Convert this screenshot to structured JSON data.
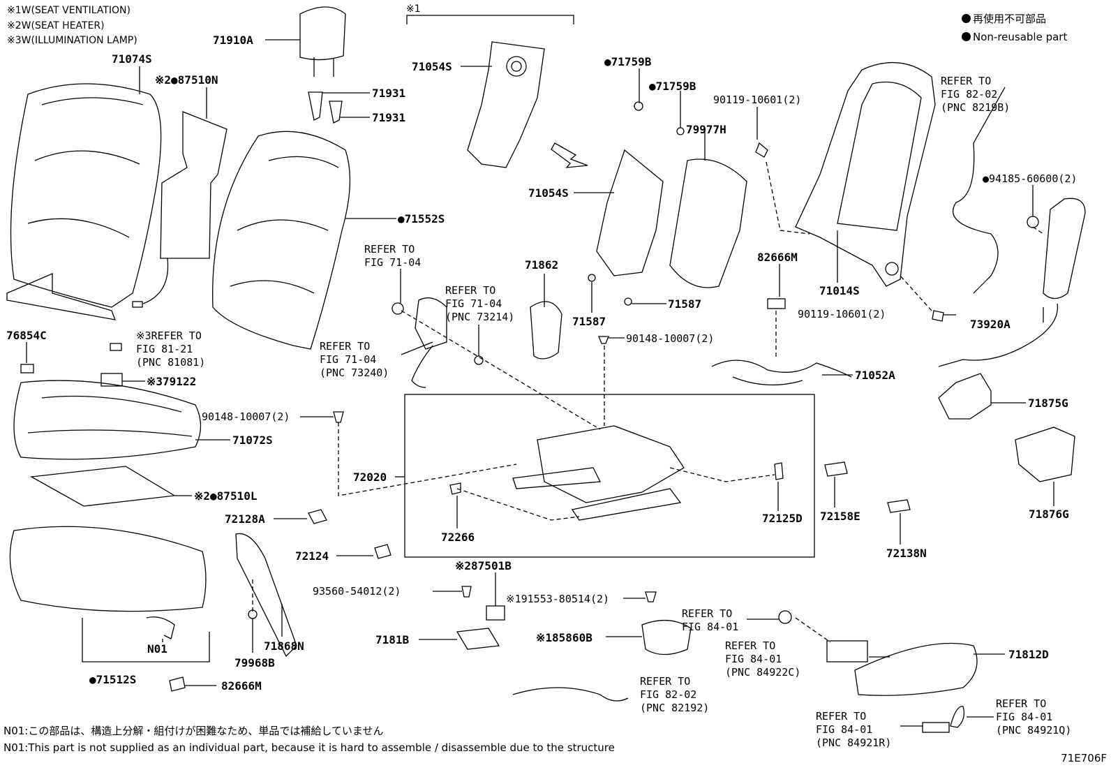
{
  "notes": {
    "w1": "※1W(SEAT VENTILATION)",
    "w2": "※2W(SEAT HEATER)",
    "w3": "※3W(ILLUMINATION LAMP)"
  },
  "legend": {
    "jp": "再使用不可部品",
    "en": "Non-reusable part"
  },
  "group_mark": "※1",
  "labels": {
    "p71074S": "71074S",
    "p87510N": "※2●87510N",
    "p71910A": "71910A",
    "p71931a": "71931",
    "p71931b": "71931",
    "p71552S": "●71552S",
    "p71054Sa": "71054S",
    "p71054Sb": "71054S",
    "p71759Ba": "●71759B",
    "p71759Bb": "●71759B",
    "p79977H": "79977H",
    "p90119a": "90119-10601(2)",
    "p90119b": "90119-10601(2)",
    "p71014S": "71014S",
    "p82666Ma": "82666M",
    "p71587a": "71587",
    "p71587b": "71587",
    "p71862": "71862",
    "p90148a": "90148-10007(2)",
    "p90148b": "90148-10007(2)",
    "p76854C": "76854C",
    "p79122": "※379122",
    "p71072S": "71072S",
    "p87510L": "※2●87510L",
    "p72128A": "72128A",
    "p72124": "72124",
    "p72020": "72020",
    "p72266": "72266",
    "p72125D": "72125D",
    "p72158E": "72158E",
    "p72138N": "72138N",
    "p71052A": "71052A",
    "p73920A": "73920A",
    "p94185": "●94185-60600(2)",
    "p71875G": "71875G",
    "p71876G": "71876G",
    "p87501B": "※287501B",
    "p93560": "93560-54012(2)",
    "p91553": "※191553-80514(2)",
    "p7181B": "7181B",
    "p85860B": "※185860B",
    "p71868N": "71868N",
    "p79968B": "79968B",
    "pN01": "N01",
    "p71512S": "●71512S",
    "p82666Mb": "82666M",
    "p71812D": "71812D"
  },
  "refs": {
    "r1": "REFER TO\nFIG 71-04",
    "r2": "REFER TO\nFIG 71-04\n(PNC 73214)",
    "r3": "REFER TO\nFIG 71-04\n(PNC 73240)",
    "r4": "※3REFER TO\nFIG 81-21\n(PNC 81081)",
    "r5": "REFER TO\nFIG 82-02\n(PNC 8219B)",
    "r6": "REFER TO\nFIG 84-01",
    "r7": "REFER TO\nFIG 84-01\n(PNC 84922C)",
    "r8": "REFER TO\nFIG 82-02\n(PNC 82192)",
    "r9": "REFER TO\nFIG 84-01\n(PNC 84921R)",
    "r10": "REFER TO\nFIG 84-01\n(PNC 84921Q)"
  },
  "footnotes": {
    "jp": "N01:この部品は、構造上分解・組付けが困難なため、単品では補給していません",
    "en": "N01:This part is not supplied as an individual part, because it is hard to assemble / disassemble due to the structure"
  },
  "diagram_code": "71E706F"
}
